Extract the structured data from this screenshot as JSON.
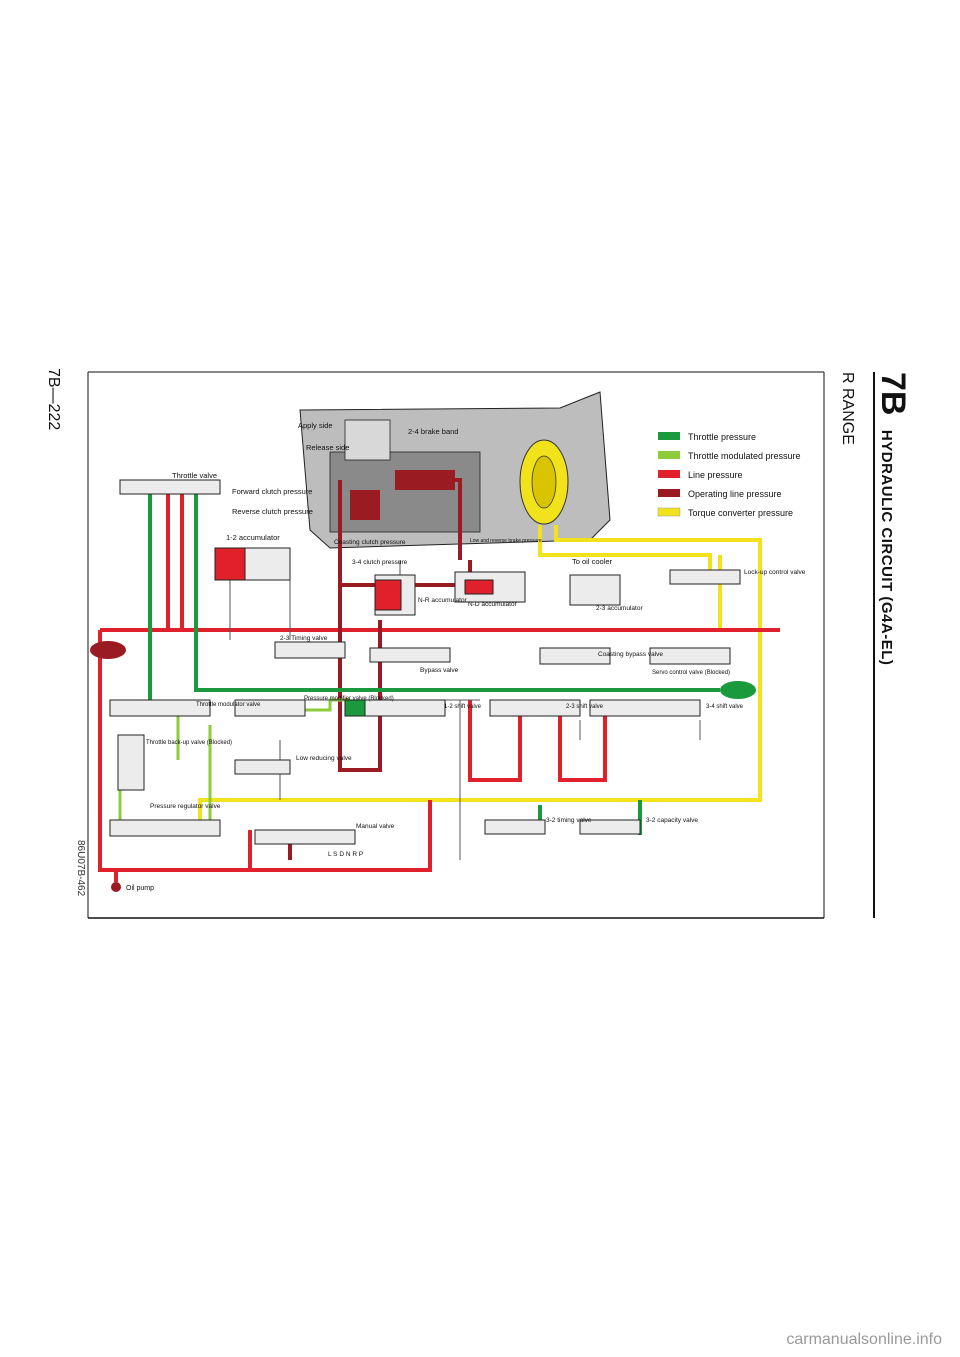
{
  "header": {
    "section": "7B",
    "title": "HYDRAULIC CIRCUIT (G4A-EL)",
    "subtitle": "R RANGE"
  },
  "page_number": "7B—222",
  "figure_code": "86U07B-462",
  "watermark": "carmanualsonline.info",
  "legend": [
    {
      "label": "Throttle pressure",
      "color": "#1a9a3c"
    },
    {
      "label": "Throttle modulated pressure",
      "color": "#8ccc3a"
    },
    {
      "label": "Line pressure",
      "color": "#e0202a"
    },
    {
      "label": "Operating line pressure",
      "color": "#9a1c22"
    },
    {
      "label": "Torque converter pressure",
      "color": "#f2e21c"
    }
  ],
  "labels": {
    "apply_side": "Apply side",
    "release_side": "Release side",
    "brake_band": "2-4 brake band",
    "throttle_valve": "Throttle valve",
    "forward_clutch": "Forward clutch pressure",
    "reverse_clutch": "Reverse clutch pressure",
    "accum_12": "1-2 accumulator",
    "coasting_clutch": "Coasting clutch pressure",
    "clutch_34": "3-4 clutch pressure",
    "low_reverse": "Low and reverse brake pressure",
    "to_oil_cooler": "To oil cooler",
    "nr_accum": "N-R accumulator",
    "nd_accum": "N-D accumulator",
    "accum_23": "2-3 accumulator",
    "lockup": "Lock-up control valve",
    "timing_23": "2-3 Timing valve",
    "bypass_valve": "Bypass valve",
    "coasting_bypass": "Coasting bypass valve",
    "servo_control": "Servo control valve (Blocked)",
    "throttle_modulator": "Throttle modulator valve",
    "pressure_modifier": "Pressure modifier valve (Blocked)",
    "shift_12": "1-2 shift valve",
    "shift_23": "2-3 shift valve",
    "shift_34": "3-4 shift valve",
    "throttle_backup": "Throttle back-up valve (Blocked)",
    "low_reducing": "Low reducing valve",
    "pressure_regulator": "Pressure regulator valve",
    "manual_valve": "Manual valve",
    "manual_positions": "L S D N R P",
    "timing_32": "3-2 timing valve",
    "capacity_32": "3-2 capacity valve",
    "oil_pump": "Oil pump"
  }
}
